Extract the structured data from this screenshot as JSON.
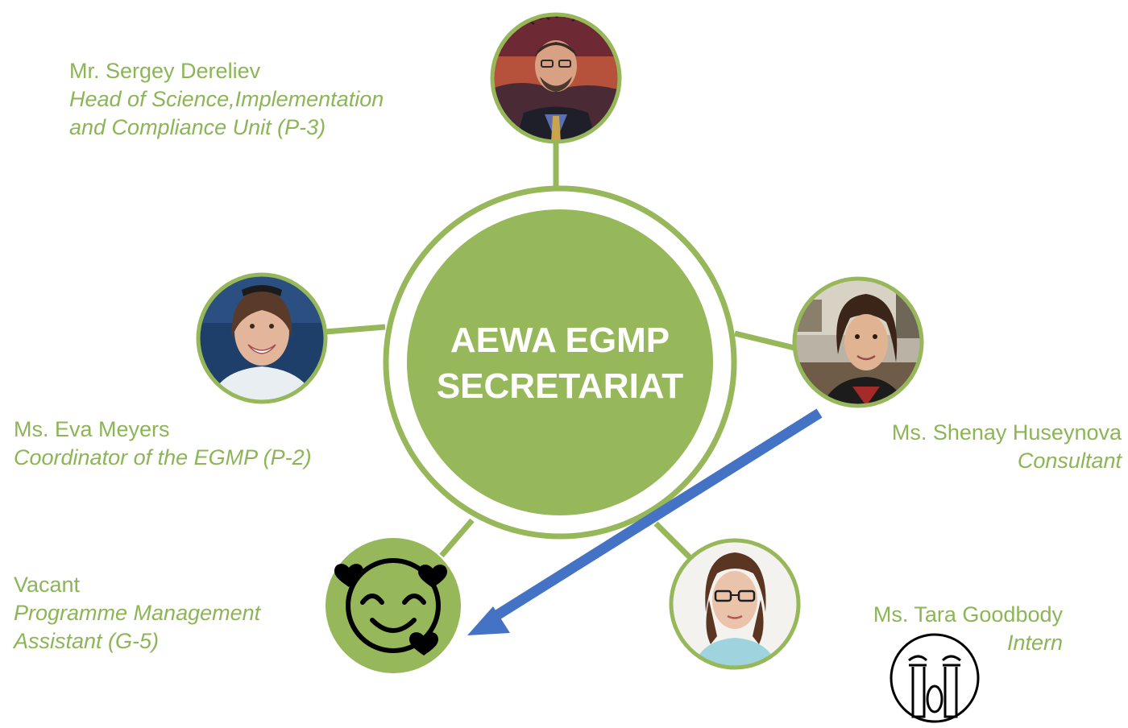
{
  "center": {
    "line1": "AEWA EGMP",
    "line2": "SECRETARIAT"
  },
  "colors": {
    "green": "#97b85a",
    "light_green": "#8cb556",
    "arrow_blue": "#4472c4",
    "white": "#ffffff"
  },
  "members": [
    {
      "name": "Mr. Sergey Dereliev",
      "role_line1": "Head of Science,Implementation",
      "role_line2": "and Compliance Unit (P-3)",
      "photo": "portrait-photo"
    },
    {
      "name": "Ms. Eva Meyers",
      "role_line1": "Coordinator of the EGMP (P-2)",
      "photo": "portrait-photo"
    },
    {
      "name": "Ms. Shenay Huseynova",
      "role_line1": "Consultant",
      "photo": "portrait-photo"
    },
    {
      "name": "Vacant",
      "role_line1": "Programme Management",
      "role_line2": "Assistant (G-5)",
      "photo": "smiling-face-with-hearts-icon"
    },
    {
      "name": "Ms. Tara Goodbody",
      "role_line1": "Intern",
      "photo": "portrait-photo"
    }
  ],
  "annotations": {
    "arrow": "blue-arrow-icon",
    "crying_face": "loudly-crying-face-icon"
  }
}
